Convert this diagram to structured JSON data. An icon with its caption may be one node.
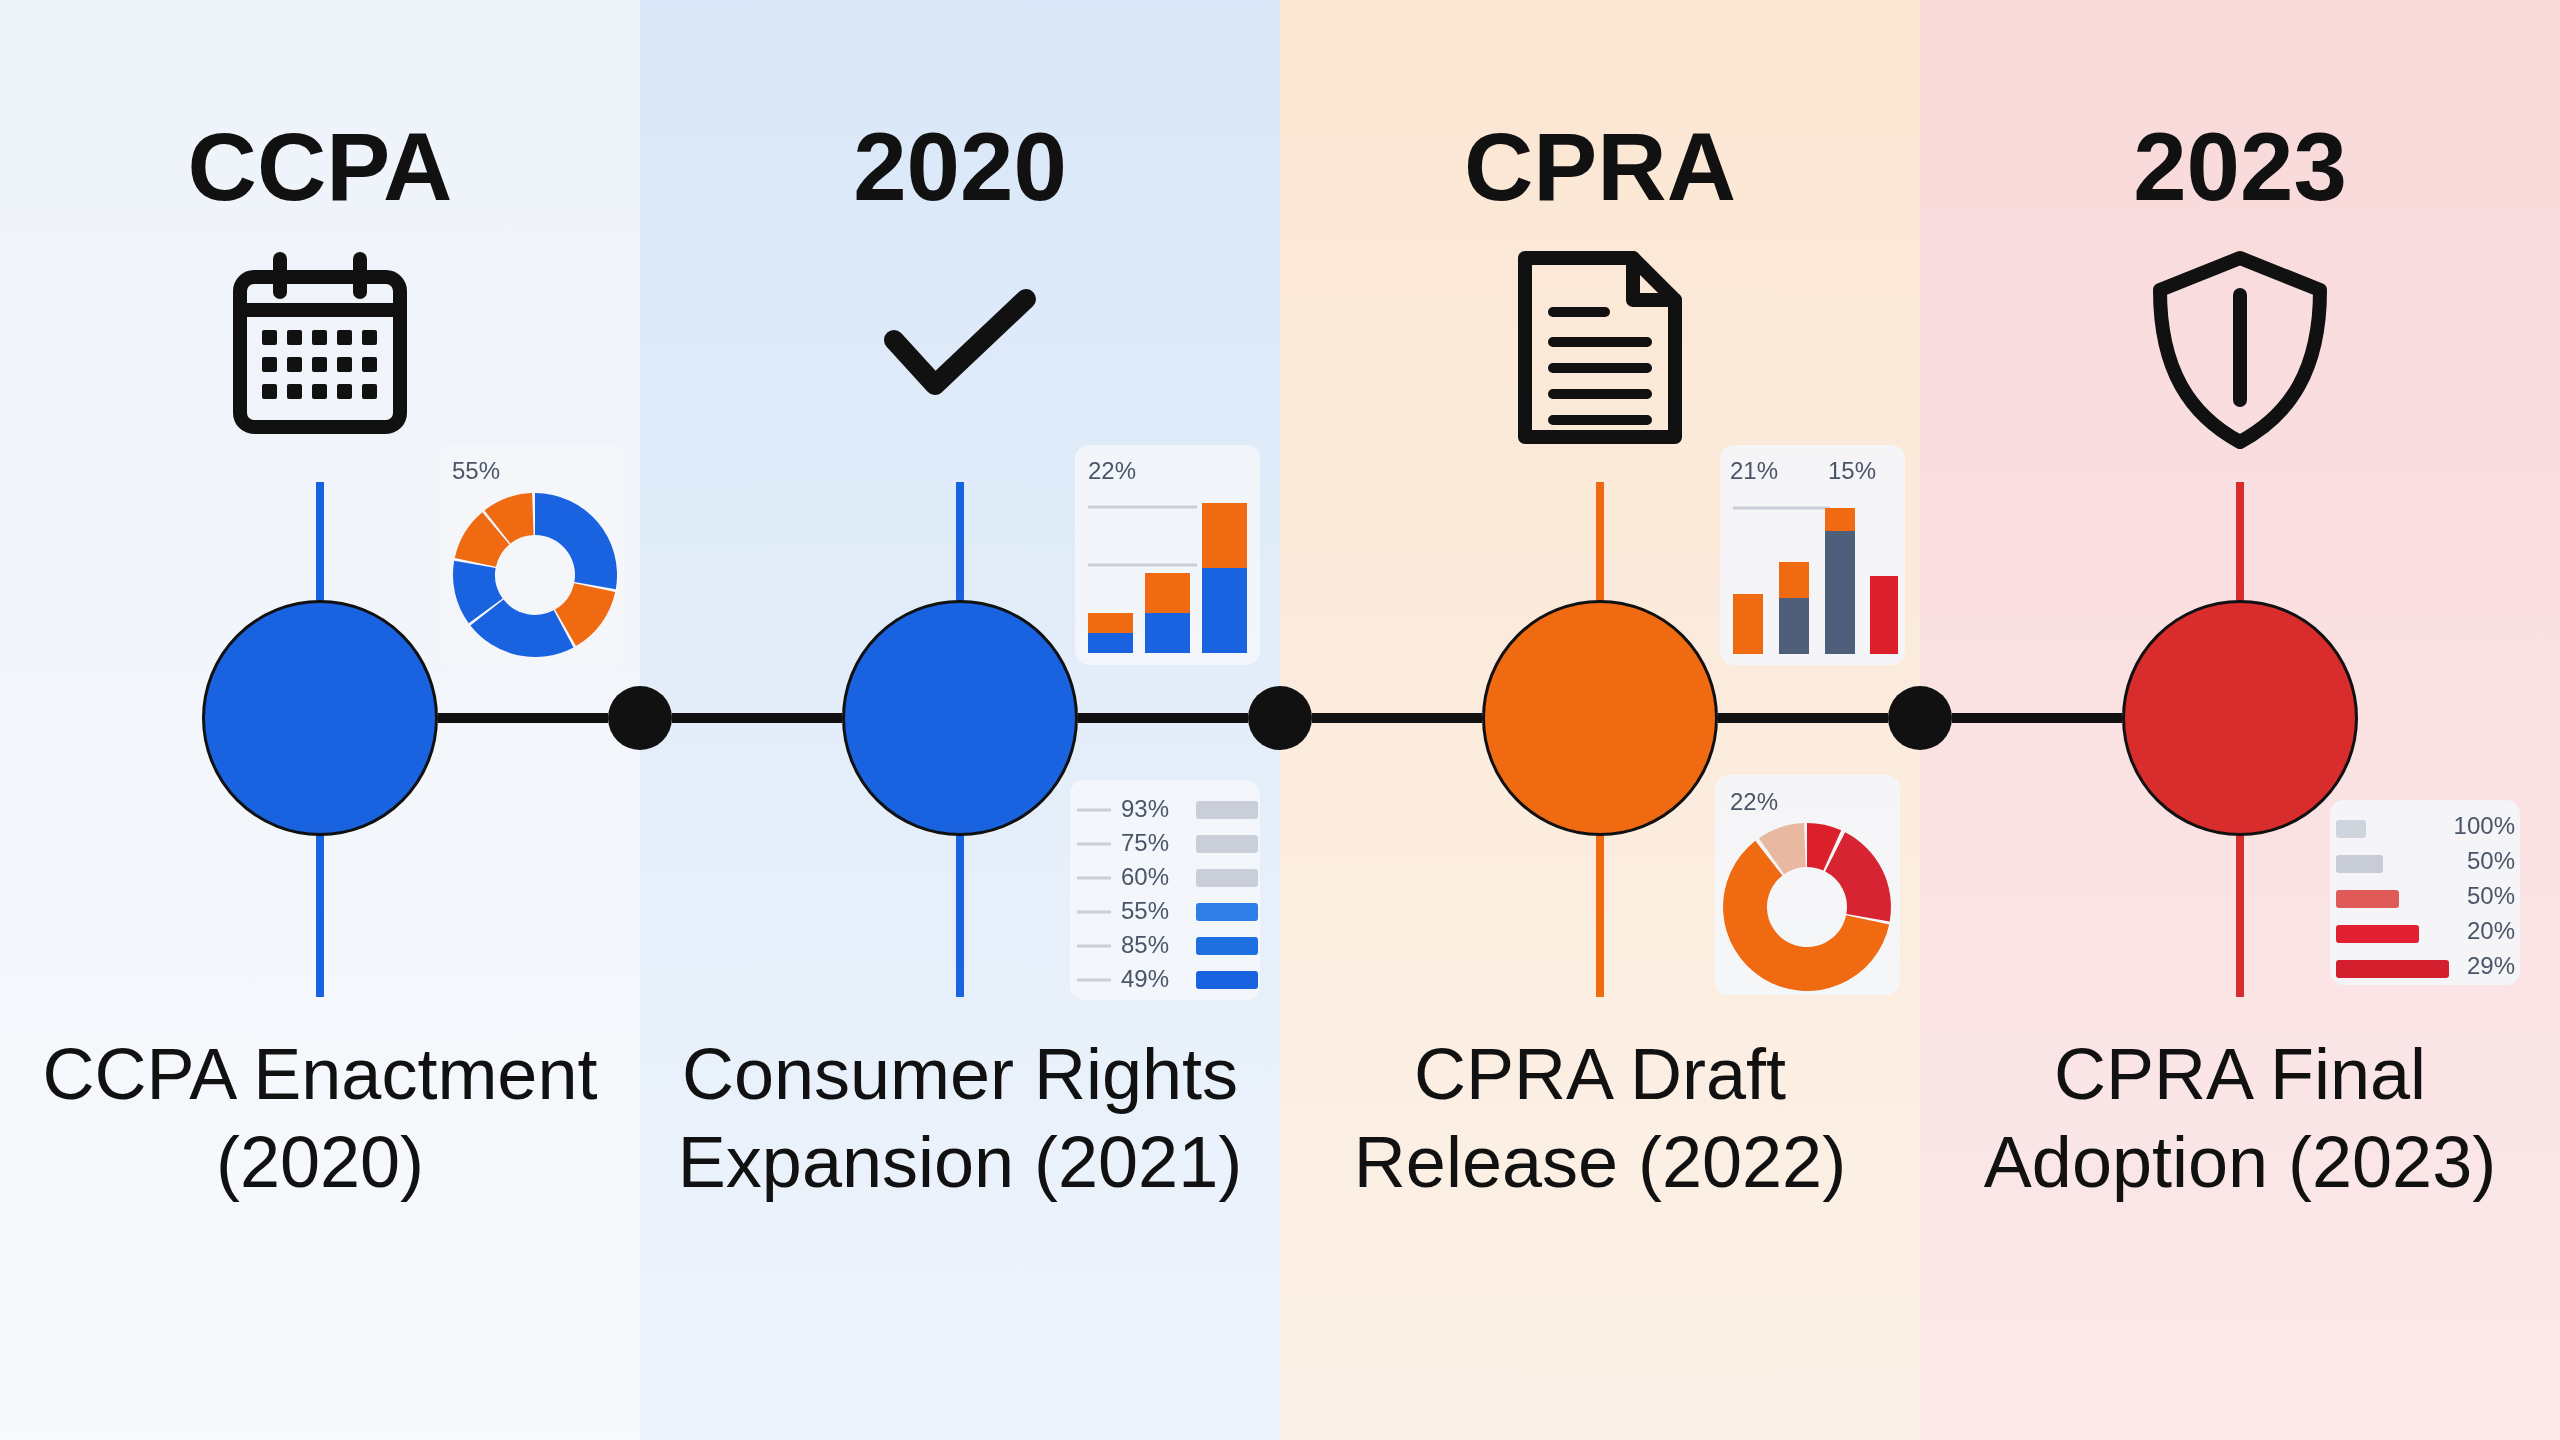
{
  "diagram": {
    "nodes": [
      {
        "text": [
          "CCPA",
          "CCPA Enactment (2020)"
        ]
      },
      {
        "text": [],
        "shape": "circle",
        "in": 0
      },
      {
        "text": [],
        "shape": "circle"
      },
      {
        "text": [
          "2020",
          "Consumer Rights Expansion (2021)"
        ]
      },
      {
        "text": [],
        "shape": "circle",
        "in": 3
      },
      {
        "text": [],
        "shape": "circle"
      },
      {
        "text": [
          "CPRA",
          "CPRA Draft Release (2022)"
        ]
      },
      {
        "text": [],
        "shape": "circle",
        "in": 6
      },
      {
        "text": [],
        "shape": "circle"
      },
      {
        "text": [
          "2023",
          "CPRA Final Adoption (2023)"
        ]
      },
      {
        "text": [],
        "shape": "circle",
        "in": 9
      }
    ],
    "edges": [
      {
        "from": 1,
        "to": 2,
        "arrow": "none"
      },
      {
        "from": 2,
        "to": 4,
        "arrow": "none"
      },
      {
        "from": 4,
        "to": 5,
        "arrow": "none"
      },
      {
        "from": 5,
        "to": 7,
        "arrow": "none"
      },
      {
        "from": 7,
        "to": 8,
        "arrow": "none"
      },
      {
        "from": 8,
        "to": 10,
        "arrow": "none"
      }
    ],
    "labels": [
      "55%",
      "22%",
      "93%",
      "75%",
      "60%",
      "55%",
      "85%",
      "49%",
      "21%",
      "15%",
      "22%",
      "100%",
      "50%",
      "50%",
      "20%",
      "29%"
    ]
  }
}
